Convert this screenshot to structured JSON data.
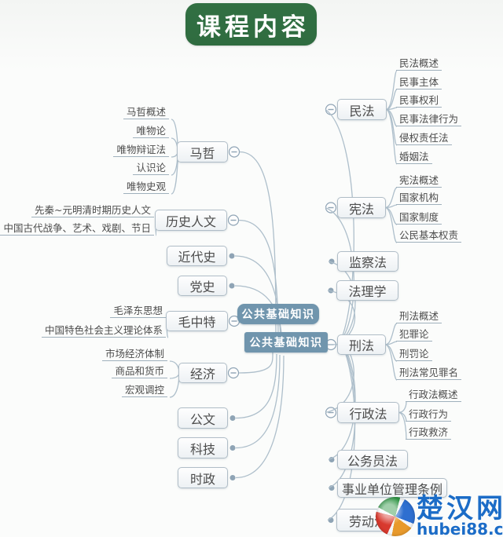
{
  "title": "课程内容",
  "center": {
    "label": "公共基础知识",
    "label2": "公共基础知识"
  },
  "left_branches": [
    {
      "label": "马哲",
      "children": [
        "马哲概述",
        "唯物论",
        "唯物辩证法",
        "认识论",
        "唯物史观"
      ]
    },
    {
      "label": "历史人文",
      "children": [
        "先秦~元明清时期历史人文",
        "中国古代战争、艺术、戏剧、节日"
      ]
    },
    {
      "label": "近代史",
      "children": []
    },
    {
      "label": "党史",
      "children": []
    },
    {
      "label": "毛中特",
      "children": [
        "毛泽东思想",
        "中国特色社会主义理论体系"
      ]
    },
    {
      "label": "经济",
      "children": [
        "市场经济体制",
        "商品和货币",
        "宏观调控"
      ]
    },
    {
      "label": "公文",
      "children": []
    },
    {
      "label": "科技",
      "children": []
    },
    {
      "label": "时政",
      "children": []
    }
  ],
  "right_branches": [
    {
      "label": "民法",
      "children": [
        "民法概述",
        "民事主体",
        "民事权利",
        "民事法律行为",
        "侵权责任法",
        "婚姻法"
      ]
    },
    {
      "label": "宪法",
      "children": [
        "宪法概述",
        "国家机构",
        "国家制度",
        "公民基本权责"
      ]
    },
    {
      "label": "监察法",
      "children": []
    },
    {
      "label": "法理学",
      "children": []
    },
    {
      "label": "刑法",
      "children": [
        "刑法概述",
        "犯罪论",
        "刑罚论",
        "刑法常见罪名"
      ]
    },
    {
      "label": "行政法",
      "children": [
        "行政法概述",
        "行政行为",
        "行政救济"
      ]
    },
    {
      "label": "公务员法",
      "children": []
    },
    {
      "label": "事业单位管理条例",
      "children": []
    },
    {
      "label": "劳动法",
      "children": []
    }
  ],
  "watermark": {
    "site_name": "楚汉网",
    "site_url": "hubei88.com"
  },
  "colors": {
    "title_bg": "#2f6c40",
    "center_bg": "#7095ad",
    "node_border": "#b0bdc7",
    "node_text": "#4c4c4c",
    "edge_line": "#aebfcb",
    "watermark_blue": "#1b6cc7"
  }
}
